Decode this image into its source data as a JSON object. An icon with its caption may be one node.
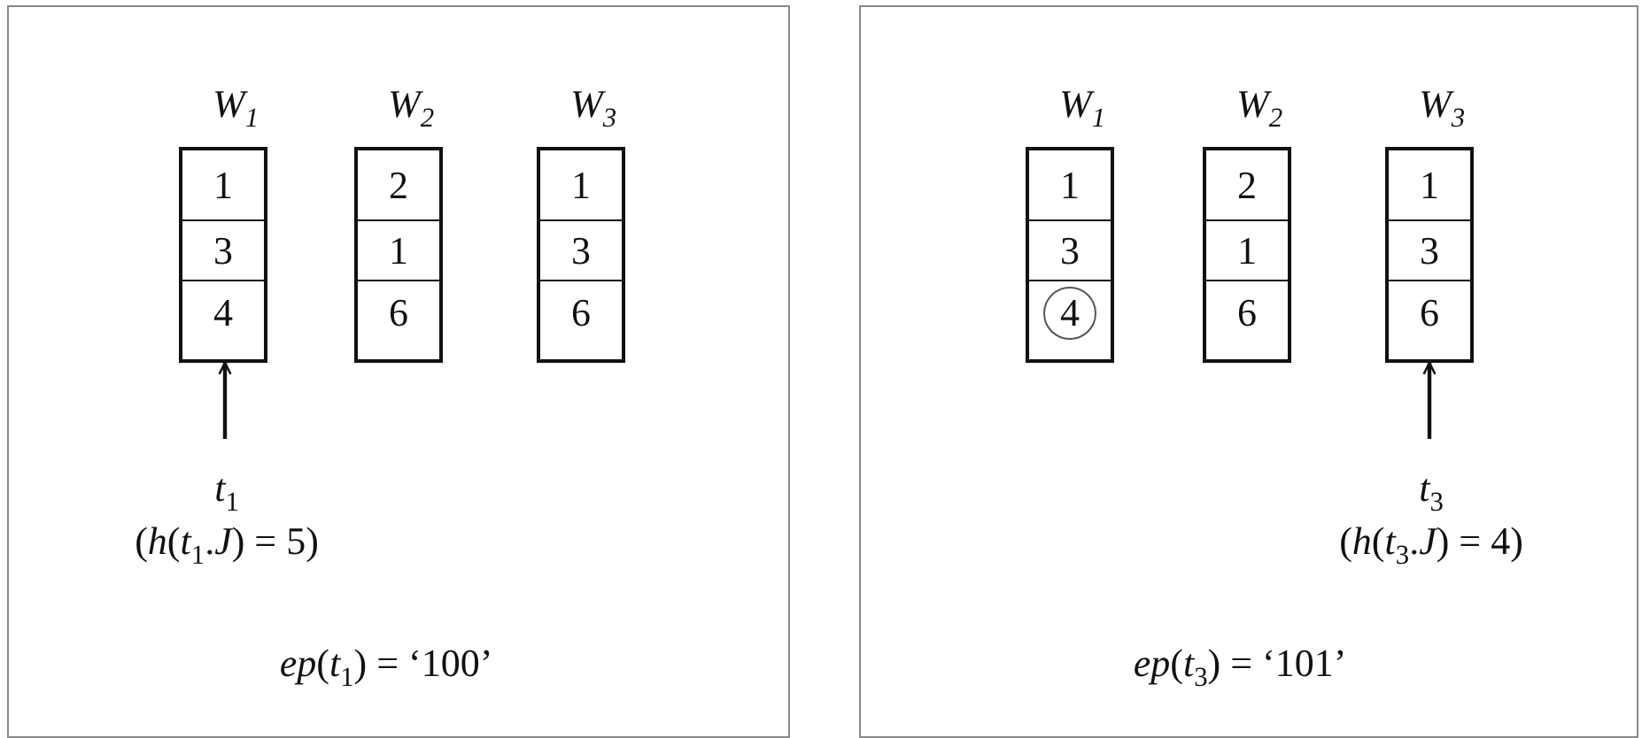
{
  "diagram": {
    "nodes": [
      {
        "text": [],
        "shape": "box"
      },
      {
        "text": [
          "W$_{1}$"
        ],
        "in": 0
      },
      {
        "text": [
          "1"
        ],
        "in": 1
      },
      {
        "text": [
          "3"
        ],
        "in": 1
      },
      {
        "text": [
          "4"
        ],
        "in": 1
      },
      {
        "text": [
          "W$_{2}$"
        ],
        "in": 0
      },
      {
        "text": [
          "2"
        ],
        "in": 5
      },
      {
        "text": [
          "1"
        ],
        "in": 5
      },
      {
        "text": [
          "6"
        ],
        "in": 5
      },
      {
        "text": [
          "W$_{3}$"
        ],
        "in": 0
      },
      {
        "text": [
          "1"
        ],
        "in": 9
      },
      {
        "text": [
          "3"
        ],
        "in": 9
      },
      {
        "text": [
          "6"
        ],
        "in": 9
      },
      {
        "text": [
          "*t*$_{1}$",
          "(*h*(*t*$_{1}$.*J*) = 5)"
        ],
        "in": 0
      },
      {
        "text": [],
        "shape": "box"
      },
      {
        "text": [
          "W$_{1}$"
        ],
        "in": 14
      },
      {
        "text": [
          "1"
        ],
        "in": 15
      },
      {
        "text": [
          "3"
        ],
        "in": 15
      },
      {
        "text": [],
        "shape": "box",
        "in": 15
      },
      {
        "text": [
          "4"
        ],
        "in": 18
      },
      {
        "text": [
          "W$_{2}$"
        ],
        "in": 14
      },
      {
        "text": [
          "2"
        ],
        "in": 20
      },
      {
        "text": [
          "1"
        ],
        "in": 20
      },
      {
        "text": [
          "6"
        ],
        "in": 20
      },
      {
        "text": [
          "W$_{3}$"
        ],
        "in": 14
      },
      {
        "text": [
          "1"
        ],
        "in": 24
      },
      {
        "text": [
          "3"
        ],
        "in": 24
      },
      {
        "text": [
          "6"
        ],
        "in": 24
      },
      {
        "text": [
          "*t*$_{3}$",
          "(*h*(*t*$_{3}$.*J*) = 4)"
        ],
        "in": 14
      }
    ],
    "edges": [
      {
        "from": 13,
        "to": 1,
        "arrow": "to"
      },
      {
        "from": 28,
        "to": 24,
        "arrow": "to"
      }
    ],
    "labels": [
      "*ep*(*t*$_{1}$) = ‘100’",
      "*ep*(*t*$_{3}$) = ‘101’"
    ]
  }
}
